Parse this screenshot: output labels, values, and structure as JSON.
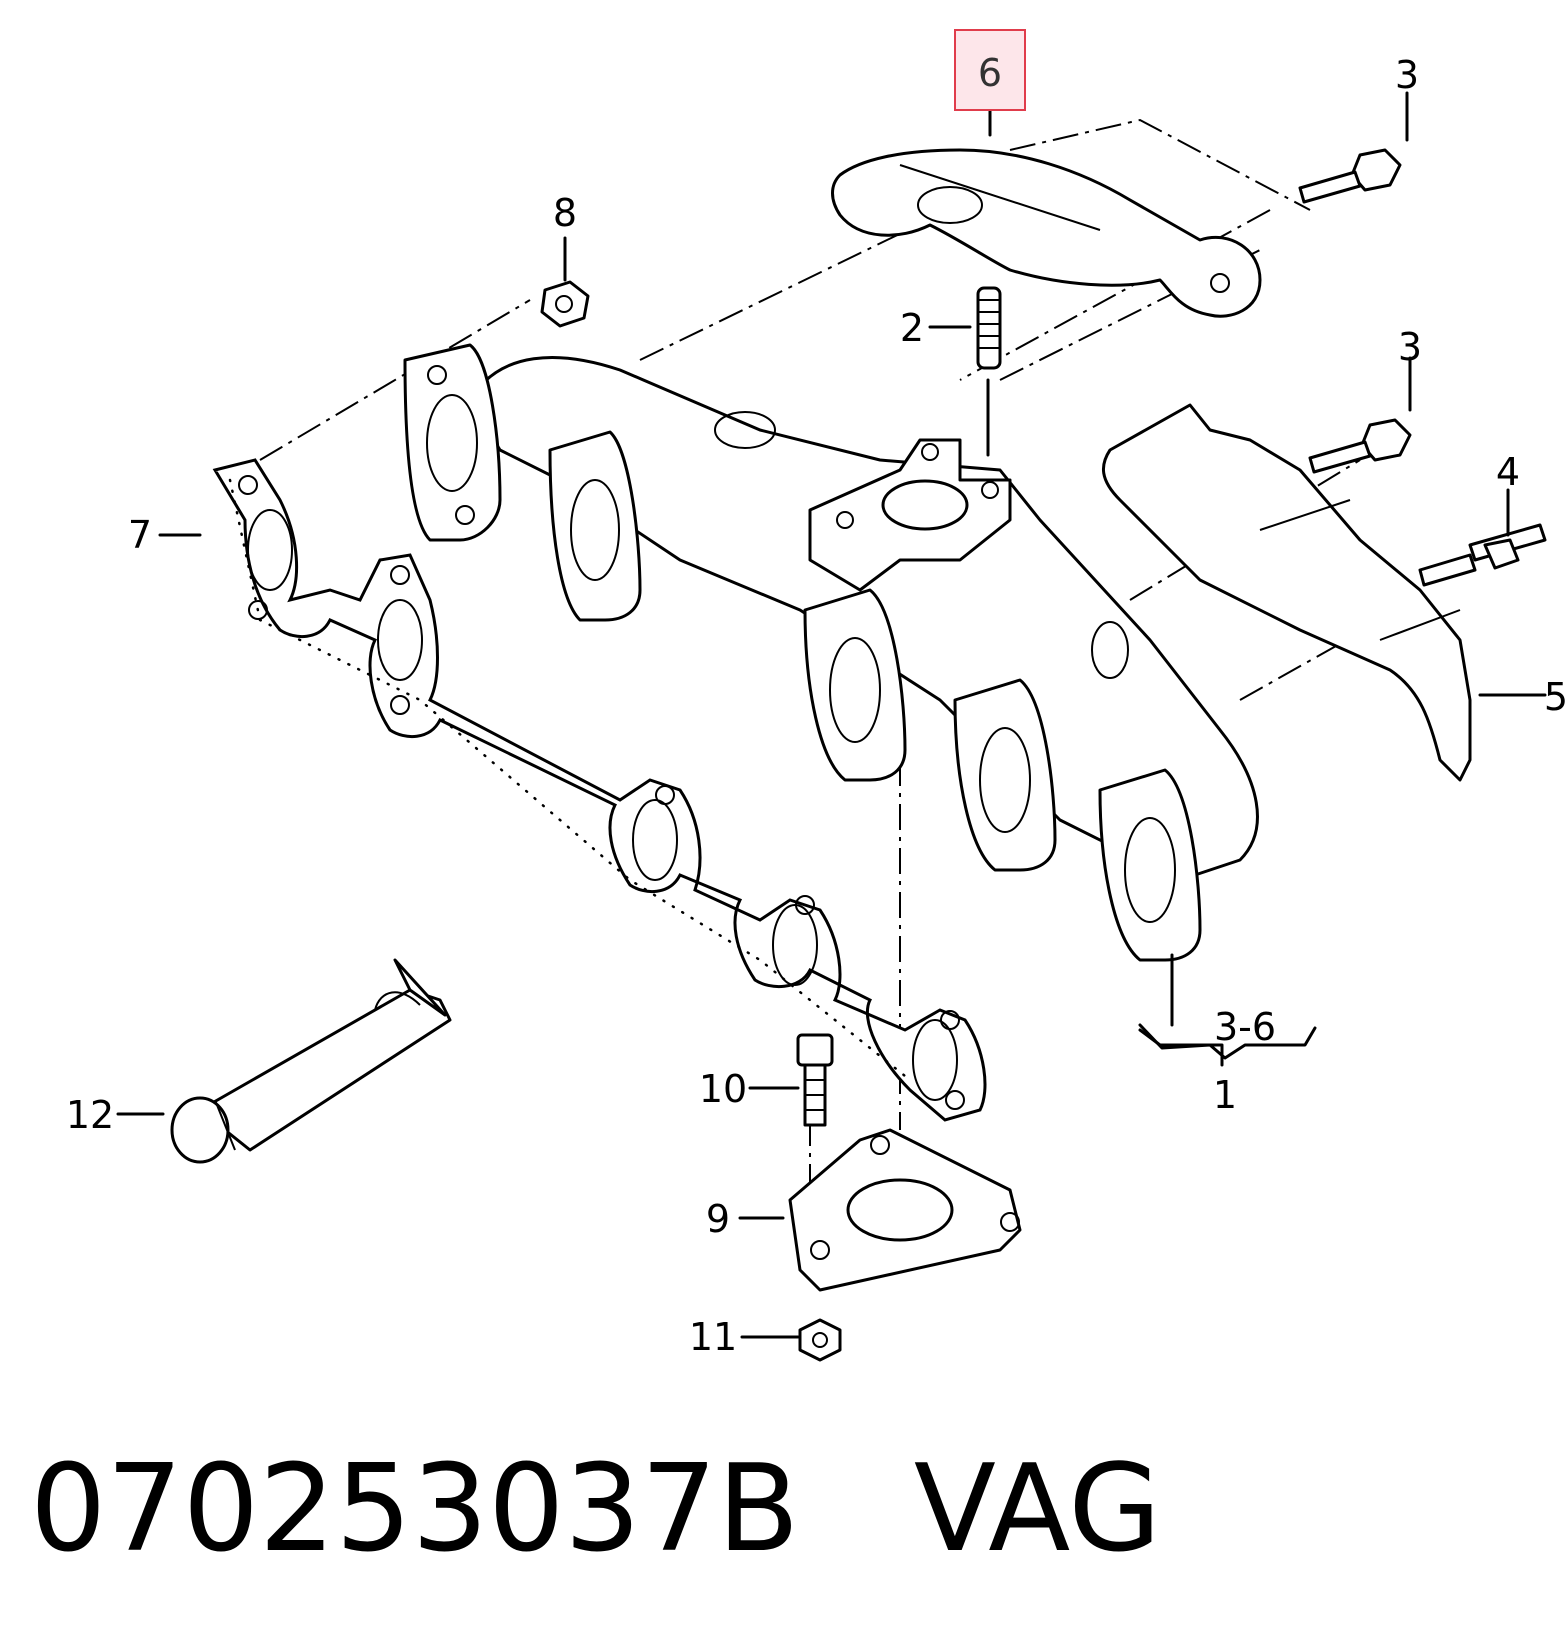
{
  "callouts": {
    "c1": "1",
    "c2": "2",
    "c3a": "3",
    "c3b": "3",
    "c36": "3-6",
    "c4": "4",
    "c5": "5",
    "c6": "6",
    "c7": "7",
    "c8": "8",
    "c9": "9",
    "c10": "10",
    "c11": "11",
    "c12": "12"
  },
  "highlight": {
    "part": "6",
    "box_color": "#e03c4b",
    "fill_color": "#fde6ea"
  },
  "caption": {
    "part_number": "070253037B",
    "brand": "VAG"
  }
}
